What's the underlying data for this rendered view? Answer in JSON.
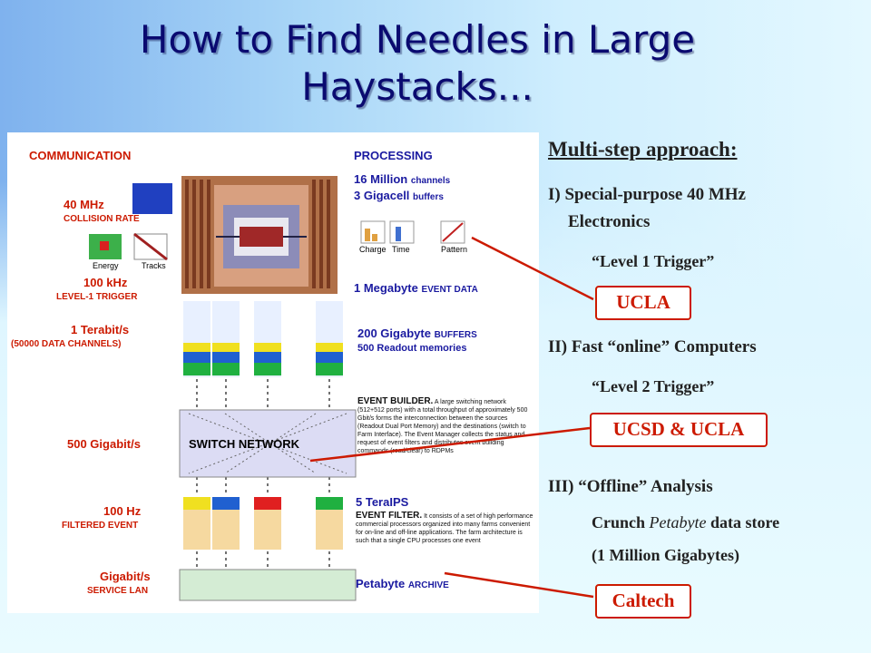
{
  "title_line1": "How to Find Needles in Large",
  "title_line2": "Haystacks...",
  "diagram": {
    "communication": "COMMUNICATION",
    "processing": "PROCESSING",
    "mhz40": "40 MHz",
    "collision_rate": "COLLISION RATE",
    "energy": "Energy",
    "tracks": "Tracks",
    "khz100": "100 kHz",
    "level1_trigger": "LEVEL-1 TRIGGER",
    "terabit": "1 Terabit/s",
    "data_channels": "(50000 DATA CHANNELS)",
    "gigabit500": "500 Gigabit/s",
    "hz100": "100 Hz",
    "filtered_event": "FILTERED EVENT",
    "gigabit": "Gigabit/s",
    "service_lan": "SERVICE LAN",
    "million_channels_a": "16 Million",
    "million_channels_b": "channels",
    "gigacell_a": "3 Gigacell",
    "gigacell_b": "buffers",
    "charge": "Charge",
    "time": "Time",
    "pattern": "Pattern",
    "megabyte_a": "1 Megabyte",
    "megabyte_b": "EVENT DATA",
    "gigabyte200_a": "200 Gigabyte",
    "gigabyte200_b": "BUFFERS",
    "readout_memories": "500 Readout memories",
    "event_builder_a": "EVENT BUILDER.",
    "event_builder_b": "A large switching network (512+512 ports) with a total throughput of approximately 500 Gbit/s forms the interconnection between the sources (Readout Dual Port Memory) and the destinations (switch to Farm Interface). The Event Manager collects the status and request of event filters and distributes event building commands (read/clear) to RDPMs",
    "switch_network": "SWITCH NETWORK",
    "teraips": "5 TeraIPS",
    "event_filter_a": "EVENT FILTER.",
    "event_filter_b": "It consists of a set of high performance commercial processors organized into many farms convenient for on-line and off-line applications. The farm architecture is such that a single CPU processes one event",
    "petabyte_a": "Petabyte",
    "petabyte_b": "ARCHIVE"
  },
  "right": {
    "heading": "Multi-step approach:",
    "step1_a": "I) Special-purpose 40 MHz",
    "step1_b": "Electronics",
    "level1": "“Level 1 Trigger”",
    "ucla": "UCLA",
    "step2": "II) Fast “online” Computers",
    "level2": "“Level 2 Trigger”",
    "ucsd_ucla": "UCSD & UCLA",
    "step3": "III) “Offline” Analysis",
    "crunch_a": "Crunch ",
    "crunch_b": "Petabyte",
    "crunch_c": " data store",
    "million_gb": "(1 Million Gigabytes)",
    "caltech": "Caltech"
  },
  "colors": {
    "title": "#0a0a70",
    "accent_red": "#cc1a00",
    "diagram_blue": "#1a1aa0"
  }
}
